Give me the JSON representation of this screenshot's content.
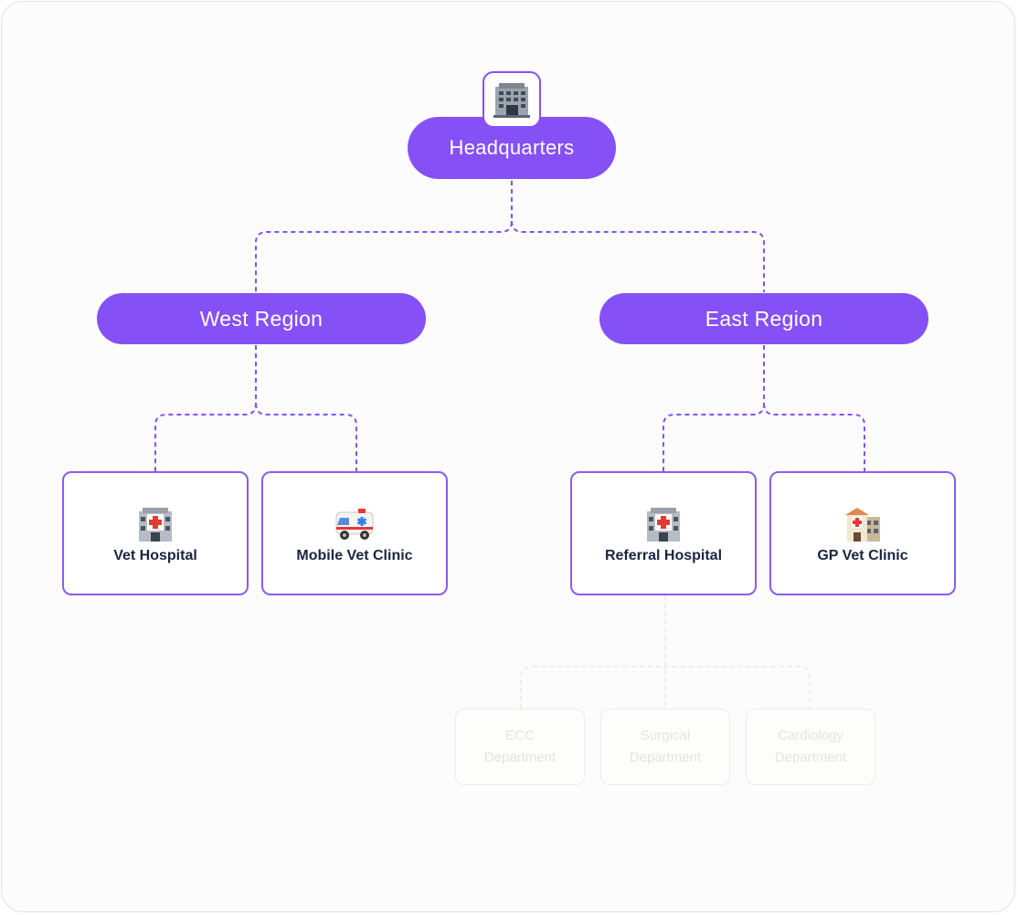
{
  "headquarters": {
    "label": "Headquarters",
    "icon": "office-building-icon"
  },
  "regions": [
    {
      "label": "West Region"
    },
    {
      "label": "East Region"
    }
  ],
  "sites": [
    {
      "label": "Vet Hospital",
      "icon": "hospital-icon"
    },
    {
      "label": "Mobile Vet Clinic",
      "icon": "ambulance-icon"
    },
    {
      "label": "Referral Hospital",
      "icon": "hospital-icon"
    },
    {
      "label": "GP Vet Clinic",
      "icon": "clinic-icon"
    }
  ],
  "departments": [
    {
      "line1": "ECC",
      "line2": "Department"
    },
    {
      "line1": "Surgical",
      "line2": "Department"
    },
    {
      "line1": "Cardiology",
      "line2": "Department"
    }
  ],
  "colors": {
    "accent": "#8550f5",
    "card_border": "#8a5cf0",
    "faded_border": "#eeece6",
    "faded_text": "#e5e4de",
    "label_text": "#1b2440"
  }
}
